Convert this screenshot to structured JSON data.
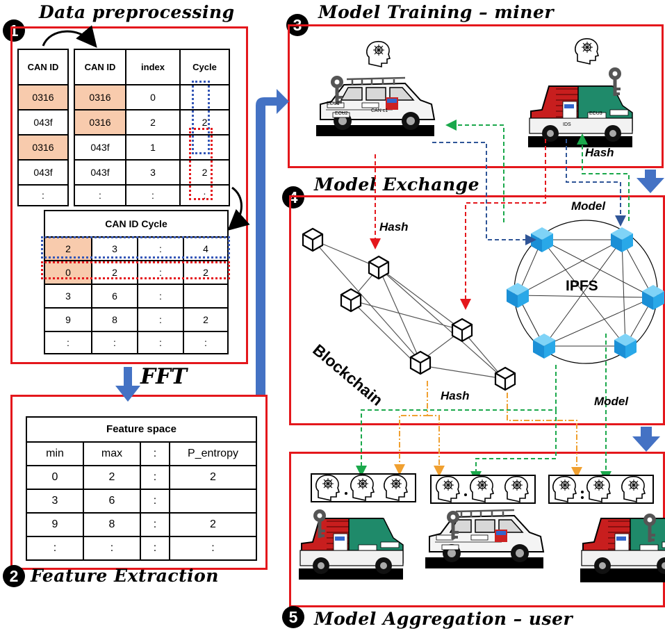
{
  "titles": {
    "step1": "Data preprocessing",
    "step2": "Feature Extraction",
    "step3": "Model Training – miner",
    "step4": "Model Exchange",
    "step5": "Model Aggregation – user"
  },
  "badges": {
    "b1": "1",
    "b2": "2",
    "b3": "3",
    "b4": "4",
    "b5": "5"
  },
  "table_canid": {
    "header": "CAN ID",
    "rows": [
      "0316",
      "043f",
      "0316",
      "043f",
      ":"
    ]
  },
  "table_index": {
    "headers": [
      "CAN ID",
      "index",
      "Cycle"
    ],
    "rows": [
      [
        "0316",
        "0",
        ""
      ],
      [
        "0316",
        "2",
        "2"
      ],
      [
        "043f",
        "1",
        ""
      ],
      [
        "043f",
        "3",
        "2"
      ],
      [
        ":",
        ":",
        ":"
      ]
    ]
  },
  "table_cycle": {
    "title": "CAN ID Cycle",
    "rows": [
      [
        "2",
        "3",
        ":",
        "4"
      ],
      [
        "0",
        "2",
        ":",
        "2"
      ],
      [
        "3",
        "6",
        ":",
        ""
      ],
      [
        "9",
        "8",
        ":",
        "2"
      ],
      [
        ":",
        ":",
        ":",
        ":"
      ]
    ]
  },
  "fft_label": "FFT",
  "table_feature": {
    "title": "Feature space",
    "headers": [
      "min",
      "max",
      ":",
      "P_entropy"
    ],
    "rows": [
      [
        "0",
        "2",
        ":",
        "2"
      ],
      [
        "3",
        "6",
        ":",
        ""
      ],
      [
        "9",
        "8",
        ":",
        "2"
      ],
      [
        ":",
        ":",
        ":",
        ":"
      ]
    ]
  },
  "labels": {
    "hash_top": "Hash",
    "model_top": "Model",
    "hash_mid": "Hash",
    "hash_bottom": "Hash",
    "model_bottom": "Model",
    "blockchain": "Blockchain",
    "ipfs": "IPFS"
  },
  "vehicle_labels": {
    "ecu1": "ECU1",
    "ecu2": "ECU2",
    "ecu3": "ECU3",
    "can1": "CAN c1",
    "ids": "IDS"
  },
  "colors": {
    "frame_red": "#e4171c",
    "arrow_blue": "#4472c4",
    "dash_red": "#e4171c",
    "dash_blue": "#2f5597",
    "dash_green": "#1aa84b",
    "dash_orange": "#f0a030",
    "peach": "#f8cbad",
    "ipfs_cube": "#29a8e8"
  },
  "icons": [
    "key-icon",
    "brain-network-icon",
    "suv-vehicle-icon",
    "truck-vehicle-icon",
    "block-cube-icon",
    "ipfs-cube-icon"
  ]
}
